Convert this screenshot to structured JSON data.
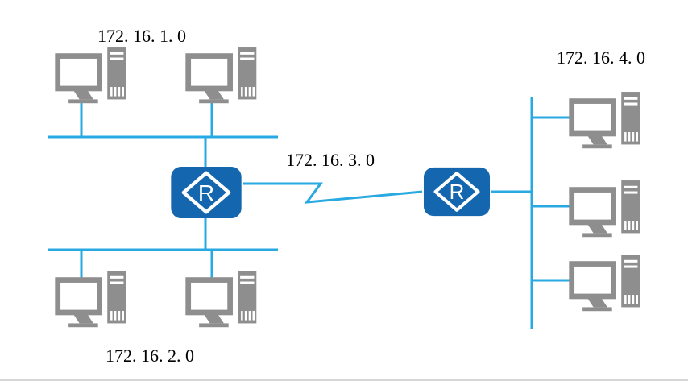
{
  "page": {
    "background": "#ffffff",
    "type": "network-topology-diagram"
  },
  "networks": [
    {
      "id": "lan-1",
      "label": "172. 16. 1. 0"
    },
    {
      "id": "lan-2",
      "label": "172. 16. 2. 0"
    },
    {
      "id": "wan-3",
      "label": "172. 16. 3. 0"
    },
    {
      "id": "lan-4",
      "label": "172. 16. 4. 0"
    }
  ],
  "routers": [
    {
      "id": "router-1",
      "label": "R"
    },
    {
      "id": "router-2",
      "label": "R"
    }
  ],
  "icons": {
    "computer": "desktop-pc-icon",
    "router": "router-diamond-r-icon"
  },
  "colors": {
    "link_blue": "#29a9e1",
    "router_blue": "#1467ae",
    "device_gray": "#8e8e8e",
    "label_text": "#000000",
    "background": "#ffffff"
  },
  "counts": {
    "computers": 7,
    "routers": 2,
    "lan_segments": 3,
    "serial_links": 1
  }
}
